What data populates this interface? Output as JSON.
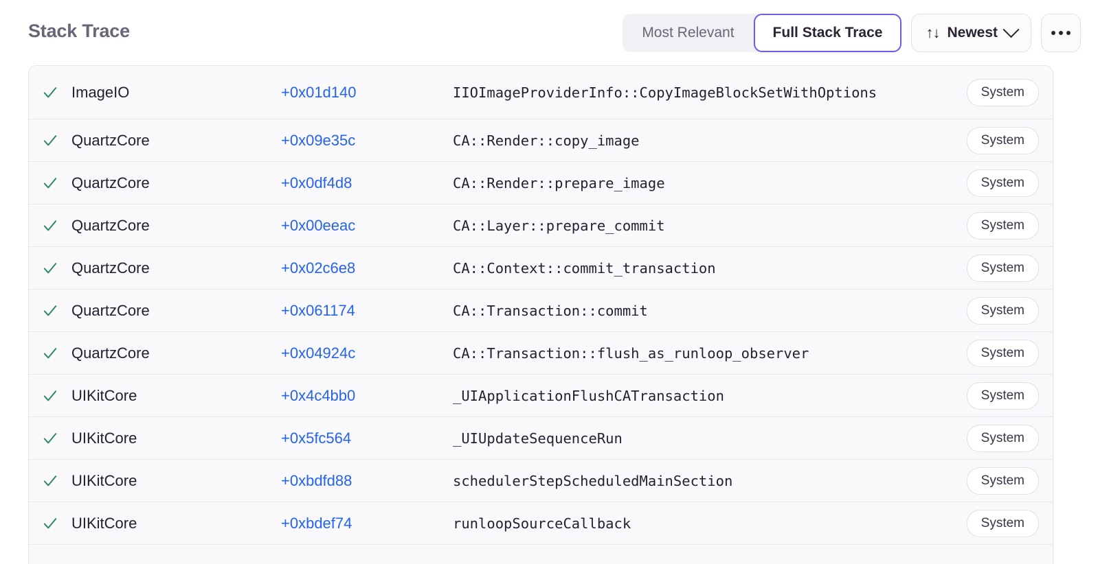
{
  "header": {
    "title": "Stack Trace",
    "segmented": {
      "options": [
        {
          "label": "Most Relevant",
          "selected": false
        },
        {
          "label": "Full Stack Trace",
          "selected": true
        }
      ]
    },
    "sort": {
      "icon": "sort-arrows-icon",
      "label": "Newest",
      "chevron": "chevron-down-icon"
    },
    "overflow": {
      "icon": "ellipsis-icon",
      "label": "..."
    }
  },
  "colors": {
    "accent": "#6c5ce7",
    "link": "#2563eb",
    "check": "#2a8566",
    "row_bg": "#f9f9fb",
    "row_border": "#e8e7ee",
    "title": "#6b6477"
  },
  "frames": [
    {
      "status_icon": "check-icon",
      "image": "ImageIO",
      "offset": "+0x01d140",
      "symbol": "IIOImageProviderInfo::CopyImageBlockSetWithOptions",
      "badge": "System"
    },
    {
      "status_icon": "check-icon",
      "image": "QuartzCore",
      "offset": "+0x09e35c",
      "symbol": "CA::Render::copy_image",
      "badge": "System"
    },
    {
      "status_icon": "check-icon",
      "image": "QuartzCore",
      "offset": "+0x0df4d8",
      "symbol": "CA::Render::prepare_image",
      "badge": "System"
    },
    {
      "status_icon": "check-icon",
      "image": "QuartzCore",
      "offset": "+0x00eeac",
      "symbol": "CA::Layer::prepare_commit",
      "badge": "System"
    },
    {
      "status_icon": "check-icon",
      "image": "QuartzCore",
      "offset": "+0x02c6e8",
      "symbol": "CA::Context::commit_transaction",
      "badge": "System"
    },
    {
      "status_icon": "check-icon",
      "image": "QuartzCore",
      "offset": "+0x061174",
      "symbol": "CA::Transaction::commit",
      "badge": "System"
    },
    {
      "status_icon": "check-icon",
      "image": "QuartzCore",
      "offset": "+0x04924c",
      "symbol": "CA::Transaction::flush_as_runloop_observer",
      "badge": "System"
    },
    {
      "status_icon": "check-icon",
      "image": "UIKitCore",
      "offset": "+0x4c4bb0",
      "symbol": "_UIApplicationFlushCATransaction",
      "badge": "System"
    },
    {
      "status_icon": "check-icon",
      "image": "UIKitCore",
      "offset": "+0x5fc564",
      "symbol": "_UIUpdateSequenceRun",
      "badge": "System"
    },
    {
      "status_icon": "check-icon",
      "image": "UIKitCore",
      "offset": "+0xbdfd88",
      "symbol": "schedulerStepScheduledMainSection",
      "badge": "System"
    },
    {
      "status_icon": "check-icon",
      "image": "UIKitCore",
      "offset": "+0xbdef74",
      "symbol": "runloopSourceCallback",
      "badge": "System"
    }
  ]
}
